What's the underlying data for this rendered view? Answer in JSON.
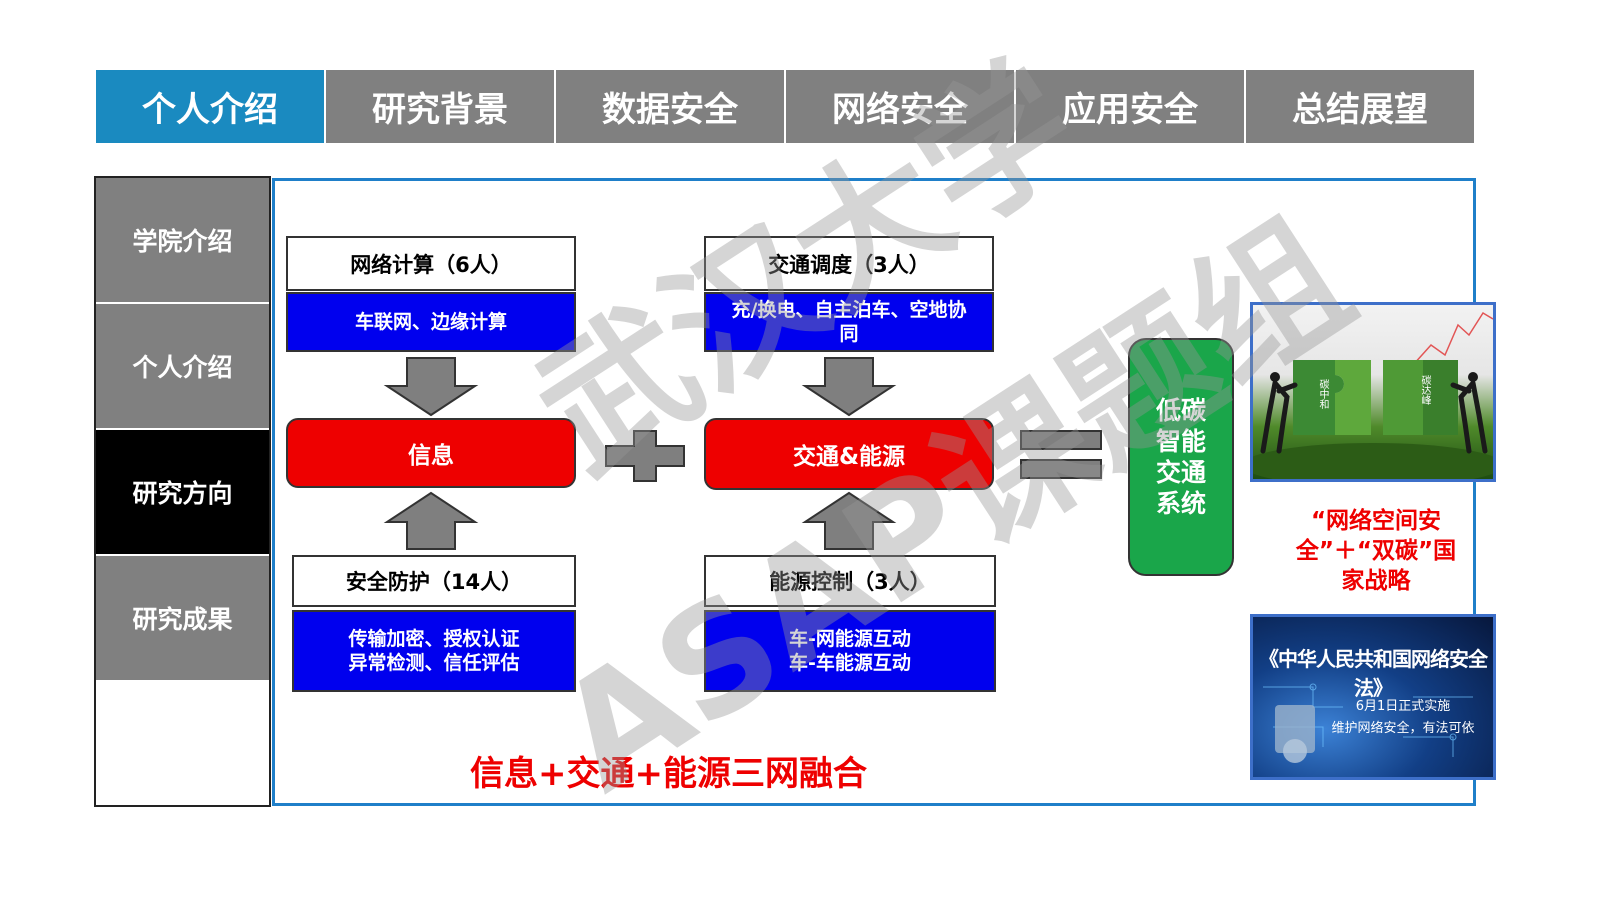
{
  "tabs": [
    "个人介绍",
    "研究背景",
    "数据安全",
    "网络安全",
    "应用安全",
    "总结展望"
  ],
  "side_nav": [
    "学院介绍",
    "个人介绍",
    "研究方向",
    "研究成果"
  ],
  "watermark": {
    "line1": "武汉大学",
    "line2": "ASAP课题组"
  },
  "groups": {
    "network": {
      "title": "网络计算（6人）",
      "desc": [
        "车联网、边缘计算"
      ]
    },
    "security": {
      "title": "安全防护（14人）",
      "desc": [
        "传输加密、授权认证",
        "异常检测、信任评估"
      ]
    },
    "traffic": {
      "title": "交通调度（3人）",
      "desc": [
        "充/换电、自主泊车、空地协",
        "同"
      ]
    },
    "energy": {
      "title": "能源控制（3人）",
      "desc": [
        "车-网能源互动",
        "车-车能源互动"
      ]
    }
  },
  "info_label": "信息",
  "traffic_energy_label": "交通&能源",
  "result_lines": [
    "低碳",
    "智能",
    "交通",
    "系统"
  ],
  "fusion_caption": "信息+交通+能源三网融合",
  "strategy_caption": [
    "“网络空间安",
    "全”＋“双碳”国",
    "家战略"
  ],
  "image1_labels": [
    "碳中和",
    "碳达峰"
  ],
  "image2": {
    "title": "《中华人民共和国网络安全法》",
    "line1": "6月1日正式实施",
    "line2": "维护网络安全，有法可依"
  },
  "colors": {
    "active_tab": "#1a8ac0",
    "tab": "#808080",
    "blue": "#0000ee",
    "red": "#ee0000",
    "green": "#1aa64a",
    "frame": "#1f7fc9"
  }
}
